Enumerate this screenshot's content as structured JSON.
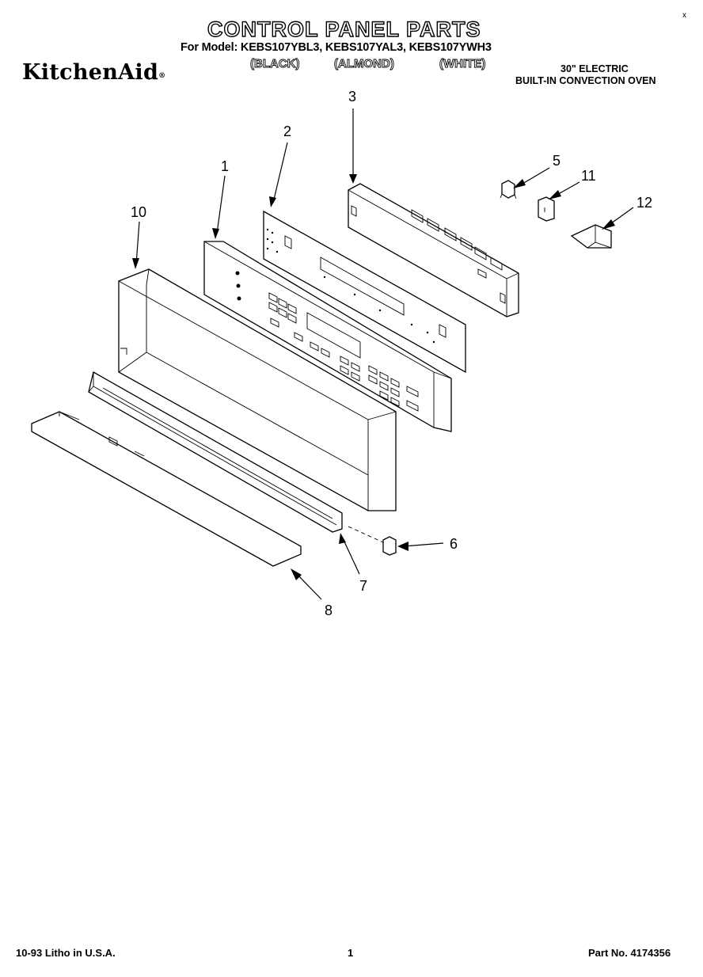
{
  "header": {
    "title": "CONTROL PANEL PARTS",
    "models": "For Model: KEBS107YBL3, KEBS107YAL3, KEBS107YWH3",
    "colors": [
      "(BLACK)",
      "(ALMOND)",
      "(WHITE)"
    ],
    "brand": "KitchenAid",
    "brand_mark": "®",
    "subtitle_line1": "30\" ELECTRIC",
    "subtitle_line2": "BUILT-IN CONVECTION OVEN",
    "corner_mark": "x"
  },
  "callouts": {
    "c1": "1",
    "c2": "2",
    "c3": "3",
    "c5": "5",
    "c6": "6",
    "c7": "7",
    "c8": "8",
    "c10": "10",
    "c11": "11",
    "c12": "12"
  },
  "footer": {
    "left": "10-93 Litho in U.S.A.",
    "page": "1",
    "part_no": "Part No. 4174356"
  }
}
